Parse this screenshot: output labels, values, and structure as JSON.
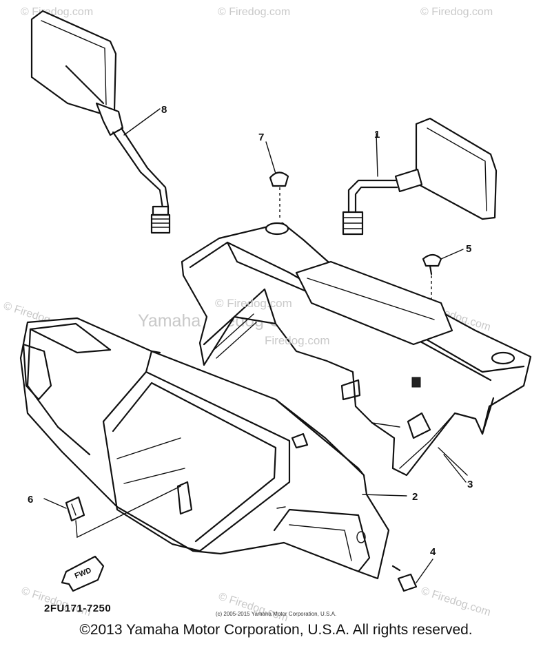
{
  "watermarks": {
    "corner": "© Firedog.com",
    "center_main": "© Firedog.com",
    "center_line": "Yamaha Firedog Corp, U.S.A.",
    "center_sub": "Firedog.com"
  },
  "callouts": [
    "1",
    "2",
    "3",
    "4",
    "5",
    "6",
    "7",
    "8"
  ],
  "fwd_label": "FWD",
  "diagram_code": "2FU171-7250",
  "small_copyright": "(c) 2005-2015 Yamaha Motor Corporation, U.S.A.",
  "copyright": "©2013 Yamaha Motor Corporation, U.S.A. All rights reserved."
}
